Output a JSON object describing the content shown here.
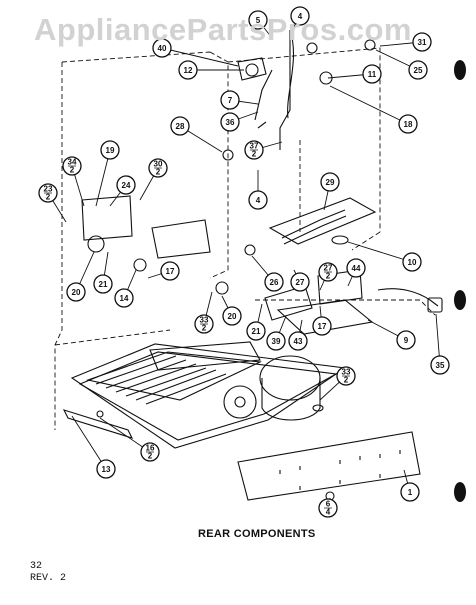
{
  "watermark": "AppliancePartsPros.com",
  "caption": "REAR COMPONENTS",
  "page_number": "32",
  "revision": "REV. 2",
  "callouts": [
    {
      "label": "4"
    },
    {
      "label": "40"
    },
    {
      "label": "12"
    },
    {
      "label": "5"
    },
    {
      "label": "11"
    },
    {
      "label": "31"
    },
    {
      "label": "25"
    },
    {
      "label": "18"
    },
    {
      "label": "7"
    },
    {
      "label": "36"
    },
    {
      "label": "28"
    },
    {
      "label": "37/2"
    },
    {
      "label": "4"
    },
    {
      "label": "19"
    },
    {
      "label": "34/2"
    },
    {
      "label": "30/2"
    },
    {
      "label": "23/2"
    },
    {
      "label": "24"
    },
    {
      "label": "29"
    },
    {
      "label": "10"
    },
    {
      "label": "20"
    },
    {
      "label": "21"
    },
    {
      "label": "14"
    },
    {
      "label": "17"
    },
    {
      "label": "26"
    },
    {
      "label": "27"
    },
    {
      "label": "27/2"
    },
    {
      "label": "44"
    },
    {
      "label": "33/2"
    },
    {
      "label": "20"
    },
    {
      "label": "21"
    },
    {
      "label": "39"
    },
    {
      "label": "43"
    },
    {
      "label": "17"
    },
    {
      "label": "9"
    },
    {
      "label": "35"
    },
    {
      "label": "33/2"
    },
    {
      "label": "13"
    },
    {
      "label": "16/2"
    },
    {
      "label": "1"
    },
    {
      "label": "6/4"
    }
  ]
}
